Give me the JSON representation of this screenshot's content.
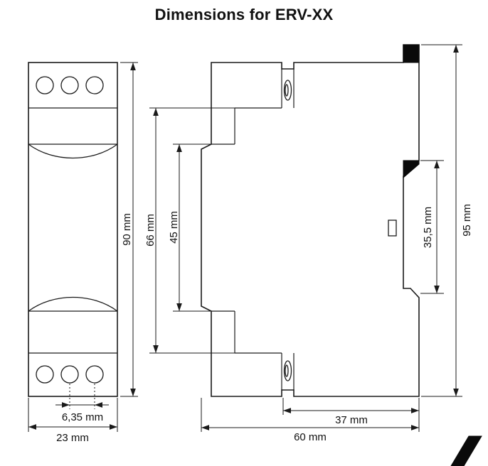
{
  "title": "Dimensions for ERV-XX",
  "dimensions": {
    "front_view_height": "90 mm",
    "cover_spacing_height": "66 mm",
    "front_panel_height": "45 mm",
    "overall_height": "95 mm",
    "din_rail_opening": "35,5 mm",
    "terminal_pitch": "6,35 mm",
    "module_width": "23 mm",
    "rail_to_back_depth": "37 mm",
    "overall_depth": "60 mm"
  },
  "icons": {
    "logo_mark": "angled-black-swoosh"
  },
  "colors": {
    "line": "#1a1a1a",
    "fill": "#0a0a0a",
    "background": "#ffffff"
  }
}
